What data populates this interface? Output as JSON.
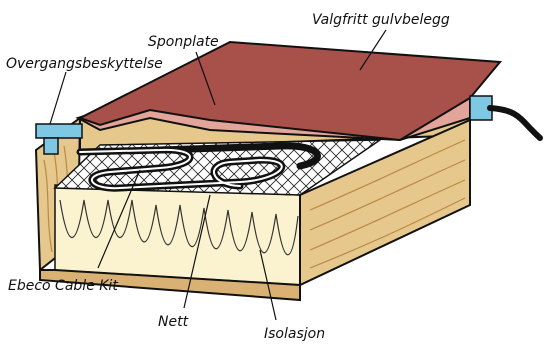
{
  "diagram": {
    "labels": {
      "valgfritt_gulvbelegg": "Valgfritt gulvbelegg",
      "sponplate": "Sponplate",
      "overgangsbeskyttelse": "Overgangsbeskyttelse",
      "ebeco_cable_kit": "Ebeco Cable Kit",
      "nett": "Nett",
      "isolasjon": "Isolasjon"
    },
    "colors": {
      "floor_covering": "#A8514A",
      "chipboard": "#E3A49A",
      "wood": "#E6C78C",
      "wood_dark": "#C79B58",
      "insulation": "#FBF2CF",
      "transition_protector": "#7EC8E3",
      "cable": "#111111"
    },
    "icons": [
      "floor-covering",
      "chipboard",
      "heating-cable",
      "mesh",
      "insulation",
      "wood-frame",
      "transition-protector"
    ]
  }
}
